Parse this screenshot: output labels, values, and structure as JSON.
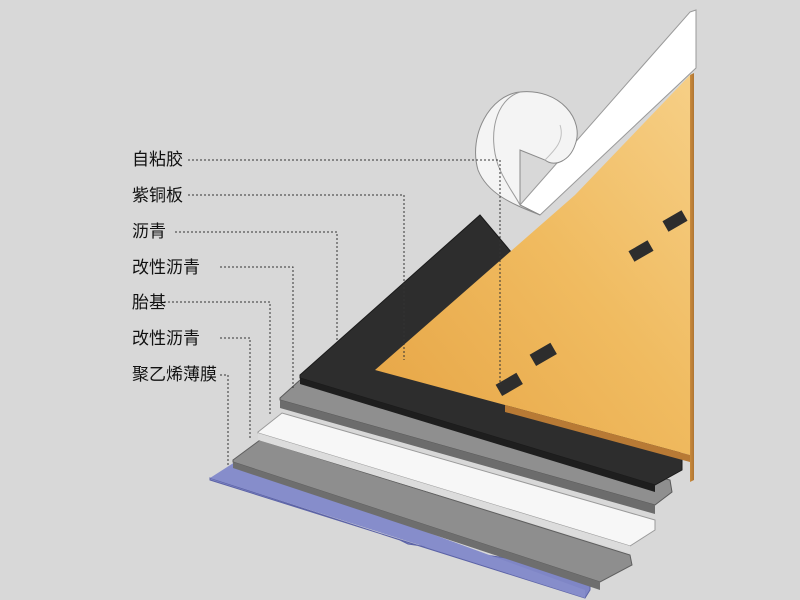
{
  "labels": {
    "adhesive": "自粘胶",
    "copper_plate": "紫铜板",
    "asphalt": "沥青",
    "modified_asphalt_top": "改性沥青",
    "base_mat": "胎基",
    "modified_asphalt_bottom": "改性沥青",
    "pe_film": "聚乙烯薄膜"
  },
  "colors": {
    "background": "#d8d8d8",
    "copper": "#e8a94a",
    "copper_light": "#f2c571",
    "asphalt_black": "#2d2d2d",
    "modified_asphalt_gray": "#8e8e8e",
    "base_mat_white": "#f7f7f7",
    "pe_film_blue": "#7f86c6",
    "release_paper": "#ffffff",
    "leader_line": "#333333"
  }
}
